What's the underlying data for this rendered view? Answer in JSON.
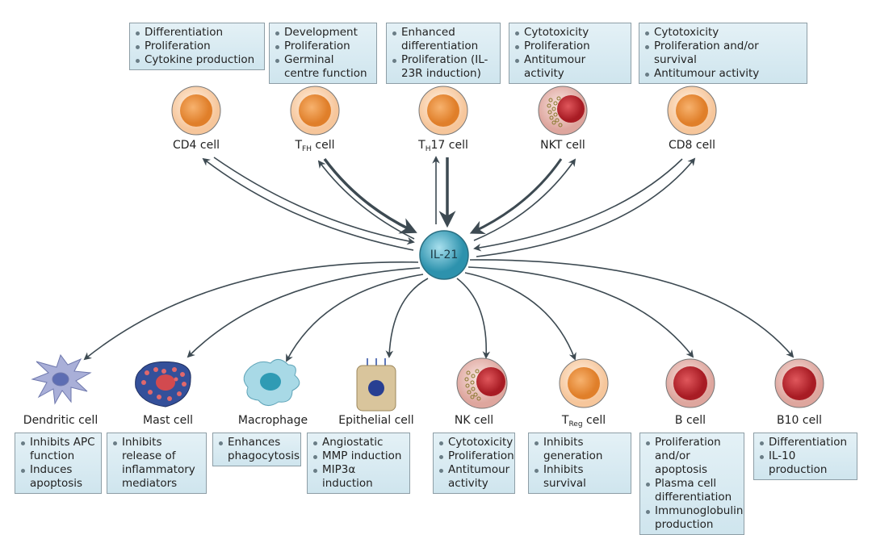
{
  "center": {
    "label": "IL-21",
    "color": "#3ba3bd"
  },
  "colors": {
    "box_fill": "#d6e9f0",
    "box_border": "#8e9ea6",
    "arrow": "#3d4a52",
    "t_cell": "#ef9a4a",
    "b_cell": "#c0262e"
  },
  "top_cells": [
    {
      "id": "cd4",
      "main": "CD4 cell",
      "sub": "",
      "suffix": "",
      "effects": [
        "Differentiation",
        "Proliferation",
        "Cytokine production"
      ]
    },
    {
      "id": "tfh",
      "main": "T",
      "sub": "FH",
      "suffix": " cell",
      "effects": [
        "Development",
        "Proliferation",
        "Germinal centre function"
      ]
    },
    {
      "id": "th17",
      "main": "T",
      "sub": "H",
      "suffix": "17 cell",
      "effects": [
        "Enhanced differentiation",
        "Proliferation (IL-23R induction)"
      ]
    },
    {
      "id": "nkt",
      "main": "NKT cell",
      "sub": "",
      "suffix": "",
      "effects": [
        "Cytotoxicity",
        "Proliferation",
        "Antitumour activity"
      ]
    },
    {
      "id": "cd8",
      "main": "CD8 cell",
      "sub": "",
      "suffix": "",
      "effects": [
        "Cytotoxicity",
        "Proliferation and/or survival",
        "Antitumour activity"
      ]
    }
  ],
  "bottom_cells": [
    {
      "id": "dendritic",
      "main": "Dendritic cell",
      "sub": "",
      "suffix": "",
      "effects": [
        "Inhibits APC function",
        "Induces apoptosis"
      ]
    },
    {
      "id": "mast",
      "main": "Mast cell",
      "sub": "",
      "suffix": "",
      "effects": [
        "Inhibits release of inflammatory mediators"
      ]
    },
    {
      "id": "macrophage",
      "main": "Macrophage",
      "sub": "",
      "suffix": "",
      "effects": [
        "Enhances phagocytosis"
      ]
    },
    {
      "id": "epithelial",
      "main": "Epithelial cell",
      "sub": "",
      "suffix": "",
      "effects": [
        "Angiostatic",
        "MMP induction",
        "MIP3α induction"
      ]
    },
    {
      "id": "nk",
      "main": "NK cell",
      "sub": "",
      "suffix": "",
      "effects": [
        "Cytotoxicity",
        "Proliferation",
        "Antitumour activity"
      ]
    },
    {
      "id": "treg",
      "main": "T",
      "sub": "Reg",
      "suffix": " cell",
      "effects": [
        "Inhibits generation",
        "Inhibits survival"
      ]
    },
    {
      "id": "b",
      "main": "B cell",
      "sub": "",
      "suffix": "",
      "effects": [
        "Proliferation and/or apoptosis",
        "Plasma cell differentiation",
        "Immunoglobulin production"
      ]
    },
    {
      "id": "b10",
      "main": "B10 cell",
      "sub": "",
      "suffix": "",
      "effects": [
        "Differentiation",
        "IL-10 production"
      ]
    }
  ]
}
